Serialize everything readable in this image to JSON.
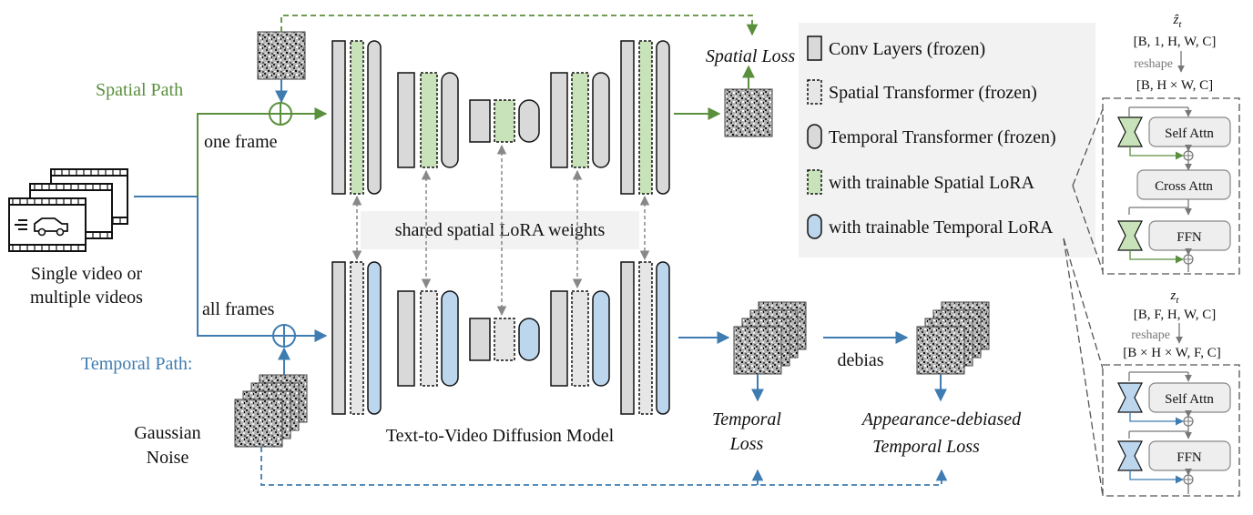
{
  "colors": {
    "spatial": "#5a8f3c",
    "temporal": "#3e7cb1",
    "conv_fill": "#d9d9d9",
    "spatial_lora_fill": "#c8e3b9",
    "temporal_lora_fill": "#bcd6ee",
    "legend_bg": "#f2f2f2",
    "module_fill": "#eeeeee"
  },
  "labels": {
    "spatial_path": "Spatial Path",
    "temporal_path": "Temporal Path:",
    "one_frame": "one frame",
    "all_frames": "all frames",
    "input_videos_line1": "Single video or",
    "input_videos_line2": "multiple videos",
    "gaussian_line1": "Gaussian",
    "gaussian_line2": "Noise",
    "shared_weights": "shared spatial LoRA weights",
    "model_name": "Text-to-Video Diffusion Model",
    "spatial_loss": "Spatial Loss",
    "temporal_loss_line1": "Temporal",
    "temporal_loss_line2": "Loss",
    "debias": "debias",
    "debiased_line1": "Appearance-debiased",
    "debiased_line2": "Temporal Loss"
  },
  "legend": [
    {
      "icon": "conv-layer-icon",
      "label": "Conv Layers (frozen)"
    },
    {
      "icon": "spatial-transformer-icon",
      "label": "Spatial Transformer (frozen)"
    },
    {
      "icon": "temporal-transformer-icon",
      "label": "Temporal Transformer (frozen)"
    },
    {
      "icon": "spatial-lora-icon",
      "label": "with trainable Spatial LoRA"
    },
    {
      "icon": "temporal-lora-icon",
      "label": "with trainable Temporal LoRA"
    }
  ],
  "spatial_detail": {
    "input_symbol": "ẑ",
    "input_sub": "t",
    "input_shape": "[B, 1, H, W, C]",
    "reshape": "reshape",
    "reshaped_shape": "[B, H × W, C]",
    "modules": [
      "Self Attn",
      "Cross Attn",
      "FFN"
    ]
  },
  "temporal_detail": {
    "input_symbol": "z",
    "input_sub": "t",
    "input_shape": "[B, F, H, W, C]",
    "reshape": "reshape",
    "reshaped_shape": "[B × H × W, F, C]",
    "modules": [
      "Self Attn",
      "FFN"
    ]
  }
}
